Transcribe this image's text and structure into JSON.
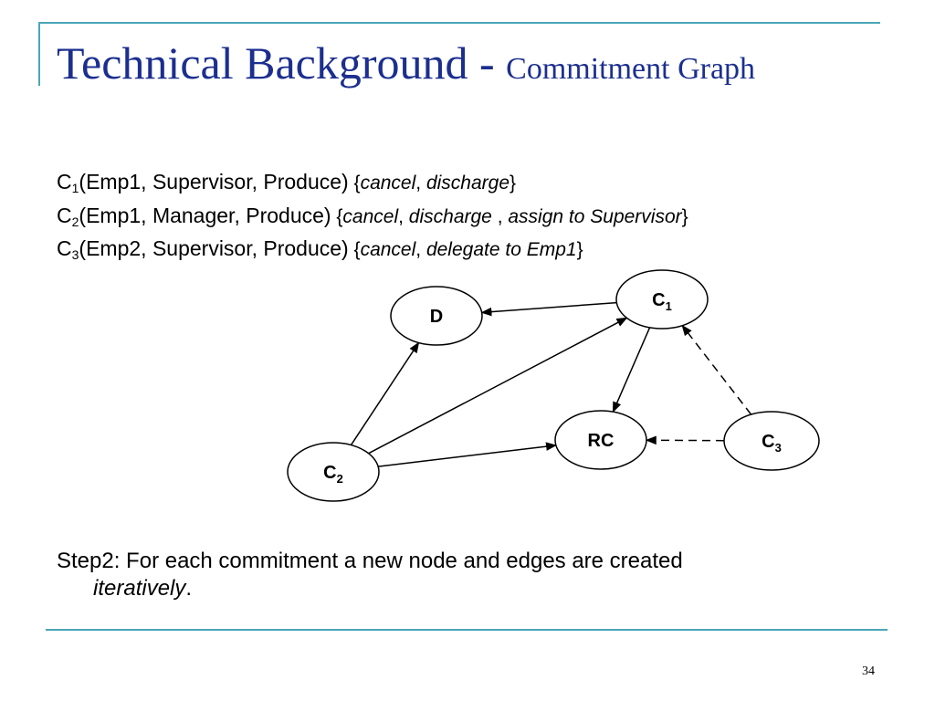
{
  "title": {
    "main": "Technical Background - ",
    "sub": "Commitment Graph"
  },
  "commitments": [
    {
      "c": "C",
      "sub": "1",
      "args": "(Emp1, Supervisor, Produce)",
      "ob": " {",
      "opts": [
        {
          "t": "cancel",
          "i": true
        },
        {
          "t": ", ",
          "i": false
        },
        {
          "t": "discharge",
          "i": true
        }
      ],
      "cb": "}"
    },
    {
      "c": "C",
      "sub": "2",
      "args": "(Emp1, Manager, Produce)",
      "ob": " {",
      "opts": [
        {
          "t": "cancel",
          "i": true
        },
        {
          "t": ", ",
          "i": false
        },
        {
          "t": "discharge",
          "i": true
        },
        {
          "t": " , ",
          "i": false
        },
        {
          "t": "assign to Supervisor",
          "i": true
        }
      ],
      "cb": "}"
    },
    {
      "c": "C",
      "sub": "3",
      "args": "(Emp2, Supervisor, Produce)",
      "ob": " {",
      "opts": [
        {
          "t": "cancel",
          "i": true
        },
        {
          "t": ", ",
          "i": false
        },
        {
          "t": "delegate to Emp1",
          "i": true
        }
      ],
      "cb": "}"
    }
  ],
  "graph": {
    "nodes": [
      {
        "id": "D",
        "label": "D",
        "sub": ""
      },
      {
        "id": "C1",
        "label": "C",
        "sub": "1"
      },
      {
        "id": "RC",
        "label": "RC",
        "sub": ""
      },
      {
        "id": "C3",
        "label": "C",
        "sub": "3"
      },
      {
        "id": "C2",
        "label": "C",
        "sub": "2"
      }
    ],
    "edges": [
      {
        "from": "C1",
        "to": "D",
        "dashed": false
      },
      {
        "from": "C1",
        "to": "RC",
        "dashed": false
      },
      {
        "from": "C2",
        "to": "D",
        "dashed": false
      },
      {
        "from": "C2",
        "to": "C1",
        "dashed": false
      },
      {
        "from": "C2",
        "to": "RC",
        "dashed": false
      },
      {
        "from": "C3",
        "to": "C1",
        "dashed": true
      },
      {
        "from": "C3",
        "to": "RC",
        "dashed": true
      }
    ]
  },
  "step": {
    "text": "Step2: For each commitment a new node and edges are created",
    "italic": "iteratively",
    "end": "."
  },
  "page_number": "34",
  "colors": {
    "accent": "#4aa6b8",
    "title": "#1c2f8f"
  }
}
